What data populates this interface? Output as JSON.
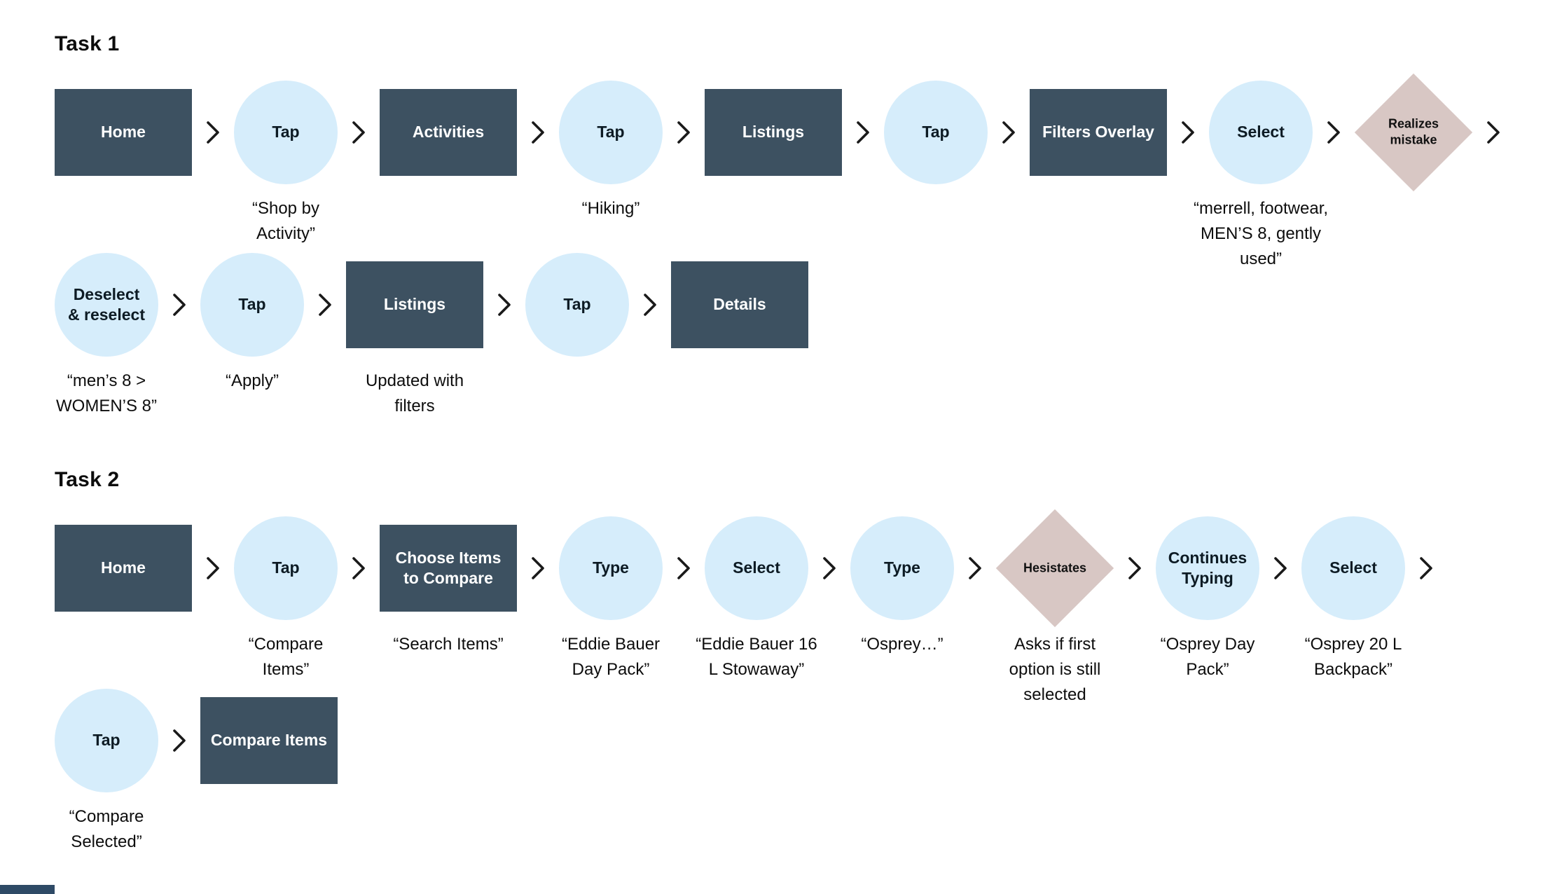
{
  "colors": {
    "background": "#FFFFFF",
    "screen_fill": "#3D5161",
    "screen_text": "#FFFFFF",
    "action_fill": "#D6EDFB",
    "action_text": "#0D1B24",
    "decision_fill": "#D8C7C4",
    "decision_text": "#111111",
    "arrow": "#1A1A1A",
    "caption_text": "#0D0D0D",
    "partial_fill": "#2E4A66"
  },
  "tasks": [
    {
      "title": "Task 1",
      "rows": [
        {
          "trailing_arrow": true,
          "nodes": [
            {
              "type": "screen",
              "label": "Home",
              "caption": ""
            },
            {
              "type": "action",
              "label": "Tap",
              "caption": "“Shop by\nActivity”"
            },
            {
              "type": "screen",
              "label": "Activities",
              "caption": ""
            },
            {
              "type": "action",
              "label": "Tap",
              "caption": "“Hiking”"
            },
            {
              "type": "screen",
              "label": "Listings",
              "caption": ""
            },
            {
              "type": "action",
              "label": "Tap",
              "caption": ""
            },
            {
              "type": "screen",
              "label": "Filters Overlay",
              "caption": ""
            },
            {
              "type": "action",
              "label": "Select",
              "caption": "“merrell, footwear,\nMEN’S 8, gently\nused”"
            },
            {
              "type": "decision",
              "label": "Realizes\nmistake",
              "caption": ""
            }
          ]
        },
        {
          "trailing_arrow": false,
          "nodes": [
            {
              "type": "action",
              "label": "Deselect\n& reselect",
              "caption": "“men’s 8 >\nWOMEN’S 8”"
            },
            {
              "type": "action",
              "label": "Tap",
              "caption": "“Apply”"
            },
            {
              "type": "screen",
              "label": "Listings",
              "caption": "Updated with\nfilters"
            },
            {
              "type": "action",
              "label": "Tap",
              "caption": ""
            },
            {
              "type": "screen",
              "label": "Details",
              "caption": ""
            }
          ]
        }
      ]
    },
    {
      "title": "Task 2",
      "rows": [
        {
          "trailing_arrow": true,
          "nodes": [
            {
              "type": "screen",
              "label": "Home",
              "caption": ""
            },
            {
              "type": "action",
              "label": "Tap",
              "caption": "“Compare\nItems”"
            },
            {
              "type": "screen",
              "label": "Choose Items\nto Compare",
              "caption": "“Search Items”"
            },
            {
              "type": "action",
              "label": "Type",
              "caption": "“Eddie Bauer\nDay Pack”"
            },
            {
              "type": "action",
              "label": "Select",
              "caption": "“Eddie Bauer 16\nL Stowaway”"
            },
            {
              "type": "action",
              "label": "Type",
              "caption": "“Osprey…”"
            },
            {
              "type": "decision",
              "label": "Hesistates",
              "caption": "Asks if first\noption is still\nselected"
            },
            {
              "type": "action",
              "label": "Continues\nTyping",
              "caption": "“Osprey Day\nPack”"
            },
            {
              "type": "action",
              "label": "Select",
              "caption": "“Osprey 20 L\nBackpack”"
            }
          ]
        },
        {
          "trailing_arrow": false,
          "nodes": [
            {
              "type": "action",
              "label": "Tap",
              "caption": "“Compare\nSelected”"
            },
            {
              "type": "screen",
              "label": "Compare Items",
              "caption": ""
            }
          ]
        }
      ]
    }
  ]
}
